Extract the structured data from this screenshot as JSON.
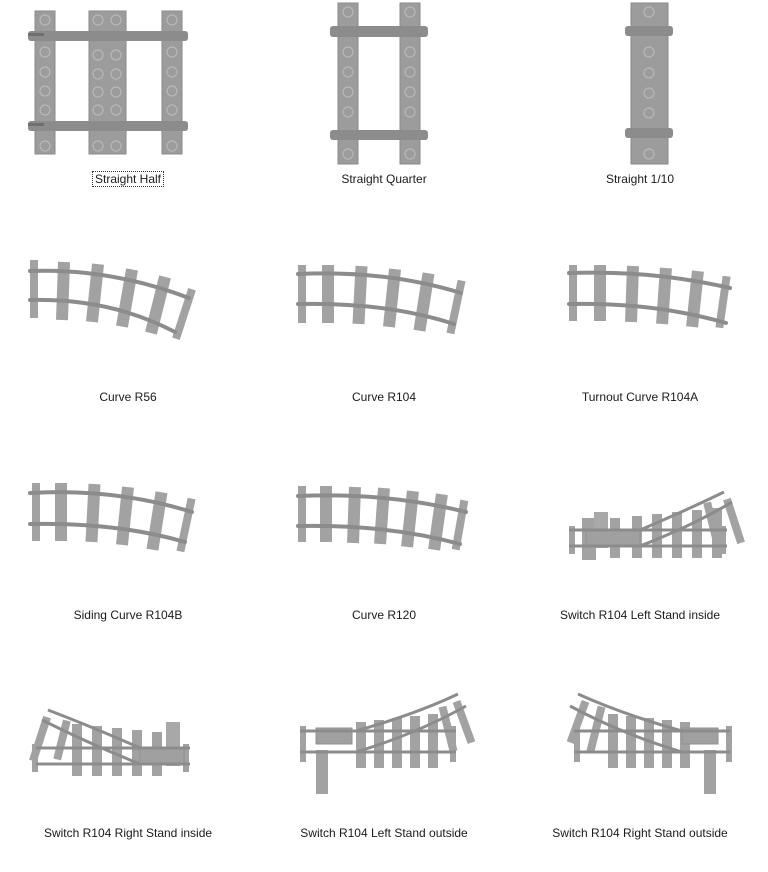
{
  "view": "large-icon-list",
  "colors": {
    "track": "#9c9c9c",
    "rail": "#8a8a8a",
    "stud": "#b0b0b0",
    "text": "#1a1a1a",
    "background": "#ffffff"
  },
  "items": [
    {
      "label": "Straight Half",
      "icon": "track-straight-half-icon",
      "focused": true
    },
    {
      "label": "Straight Quarter",
      "icon": "track-straight-quarter-icon",
      "focused": false
    },
    {
      "label": "Straight 1/10",
      "icon": "track-straight-tenth-icon",
      "focused": false
    },
    {
      "label": "Curve R56",
      "icon": "track-curve-r56-icon",
      "focused": false
    },
    {
      "label": "Curve R104",
      "icon": "track-curve-r104-icon",
      "focused": false
    },
    {
      "label": "Turnout Curve R104A",
      "icon": "track-turnout-curve-r104a-icon",
      "focused": false
    },
    {
      "label": "Siding Curve R104B",
      "icon": "track-siding-curve-r104b-icon",
      "focused": false
    },
    {
      "label": "Curve R120",
      "icon": "track-curve-r120-icon",
      "focused": false
    },
    {
      "label": "Switch R104 Left Stand inside",
      "icon": "track-switch-left-inside-icon",
      "focused": false
    },
    {
      "label": "Switch R104 Right Stand inside",
      "icon": "track-switch-right-inside-icon",
      "focused": false
    },
    {
      "label": "Switch R104 Left Stand outside",
      "icon": "track-switch-left-outside-icon",
      "focused": false
    },
    {
      "label": "Switch R104 Right Stand outside",
      "icon": "track-switch-right-outside-icon",
      "focused": false
    }
  ]
}
